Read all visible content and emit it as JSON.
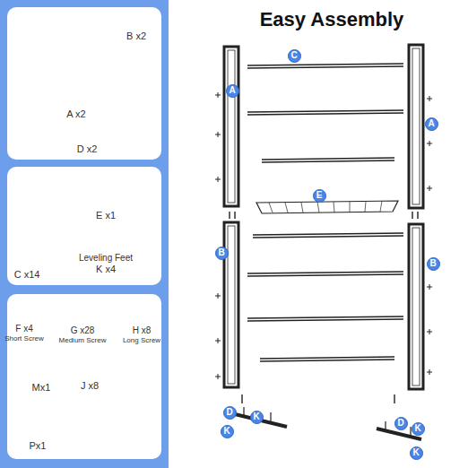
{
  "diagram": {
    "title": "Easy Assembly",
    "nodes": [
      {
        "text": [
          "A x2",
          "B x2",
          "D x2"
        ]
      },
      {
        "text": [
          "C x14",
          "E x1",
          "Leveling Feet",
          "K x4"
        ]
      },
      {
        "text": [
          "F x4",
          "Short Screw",
          "G x28",
          "Medium Screw",
          "H x8",
          "Long Screw",
          "Mx1",
          "J x8",
          "Px1"
        ]
      },
      {
        "text": [
          "C"
        ]
      },
      {
        "text": [
          "A"
        ]
      },
      {
        "text": [
          "A"
        ]
      },
      {
        "text": [
          "E"
        ]
      },
      {
        "text": [
          "B"
        ]
      },
      {
        "text": [
          "B"
        ]
      },
      {
        "text": [
          "D"
        ]
      },
      {
        "text": [
          "K"
        ]
      },
      {
        "text": [
          "D"
        ]
      },
      {
        "text": [
          "K"
        ]
      },
      {
        "text": [
          "K"
        ]
      },
      {
        "text": [
          "K"
        ]
      }
    ]
  }
}
